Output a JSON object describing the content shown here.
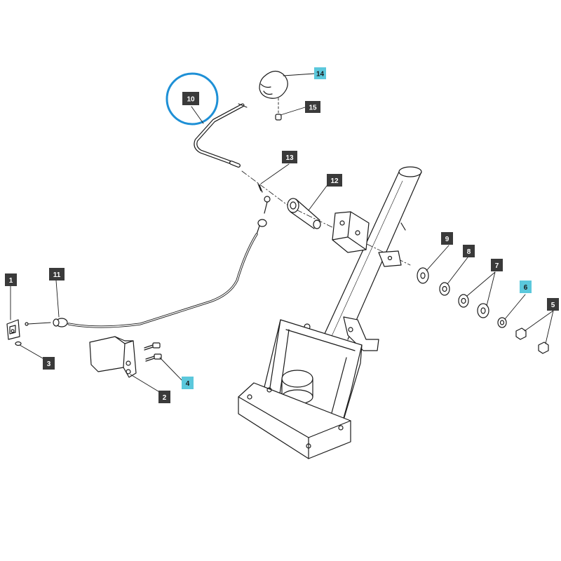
{
  "colors": {
    "line": "#1a1a1a",
    "callout_dark": "#3a3a3a",
    "callout_highlight": "#5bc8dc",
    "callout_text_dark": "#ffffff",
    "callout_text_highlight": "#1a1a1a",
    "selection_ring": "#1e90d6"
  },
  "selected_part": "10",
  "callouts": [
    {
      "id": "1",
      "text": "1",
      "highlight": false
    },
    {
      "id": "2",
      "text": "2",
      "highlight": false
    },
    {
      "id": "3",
      "text": "3",
      "highlight": false
    },
    {
      "id": "4",
      "text": "4",
      "highlight": true
    },
    {
      "id": "5",
      "text": "5",
      "highlight": false
    },
    {
      "id": "6",
      "text": "6",
      "highlight": true
    },
    {
      "id": "7",
      "text": "7",
      "highlight": false
    },
    {
      "id": "8",
      "text": "8",
      "highlight": false
    },
    {
      "id": "9",
      "text": "9",
      "highlight": false
    },
    {
      "id": "10",
      "text": "10",
      "highlight": false
    },
    {
      "id": "11",
      "text": "11",
      "highlight": false
    },
    {
      "id": "12",
      "text": "12",
      "highlight": false
    },
    {
      "id": "13",
      "text": "13",
      "highlight": false
    },
    {
      "id": "14",
      "text": "14",
      "highlight": true
    },
    {
      "id": "15",
      "text": "15",
      "highlight": false
    }
  ]
}
